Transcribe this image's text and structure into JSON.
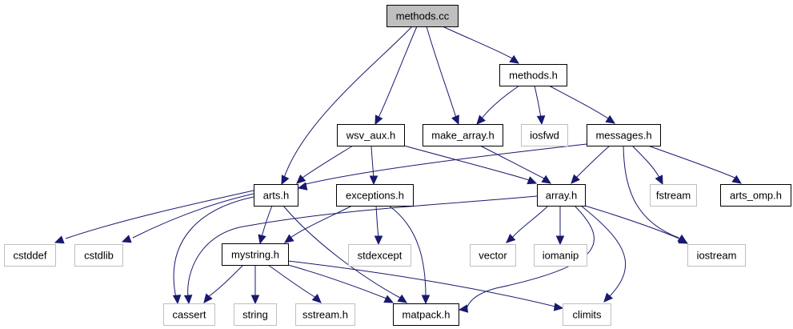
{
  "diagram": {
    "type": "include-dependency-graph",
    "root": "methods.cc",
    "colors": {
      "edge": "#191970",
      "root_fill": "#bfbfbf",
      "documented_border": "#000000",
      "external_border": "#bfbfbf",
      "node_fill": "#ffffff"
    },
    "nodes": [
      {
        "id": "methods_cc",
        "label": "methods.cc",
        "kind": "root"
      },
      {
        "id": "methods_h",
        "label": "methods.h",
        "kind": "documented"
      },
      {
        "id": "wsv_aux_h",
        "label": "wsv_aux.h",
        "kind": "documented"
      },
      {
        "id": "make_array_h",
        "label": "make_array.h",
        "kind": "documented"
      },
      {
        "id": "iosfwd",
        "label": "iosfwd",
        "kind": "external"
      },
      {
        "id": "messages_h",
        "label": "messages.h",
        "kind": "documented"
      },
      {
        "id": "arts_h",
        "label": "arts.h",
        "kind": "documented"
      },
      {
        "id": "exceptions_h",
        "label": "exceptions.h",
        "kind": "documented"
      },
      {
        "id": "array_h",
        "label": "array.h",
        "kind": "documented"
      },
      {
        "id": "fstream",
        "label": "fstream",
        "kind": "external"
      },
      {
        "id": "arts_omp_h",
        "label": "arts_omp.h",
        "kind": "documented"
      },
      {
        "id": "cstddef",
        "label": "cstddef",
        "kind": "external"
      },
      {
        "id": "cstdlib",
        "label": "cstdlib",
        "kind": "external"
      },
      {
        "id": "mystring_h",
        "label": "mystring.h",
        "kind": "documented"
      },
      {
        "id": "stdexcept",
        "label": "stdexcept",
        "kind": "external"
      },
      {
        "id": "vector",
        "label": "vector",
        "kind": "external"
      },
      {
        "id": "iomanip",
        "label": "iomanip",
        "kind": "external"
      },
      {
        "id": "iostream",
        "label": "iostream",
        "kind": "external"
      },
      {
        "id": "cassert",
        "label": "cassert",
        "kind": "external"
      },
      {
        "id": "string",
        "label": "string",
        "kind": "external"
      },
      {
        "id": "sstream_h",
        "label": "sstream.h",
        "kind": "external"
      },
      {
        "id": "matpack_h",
        "label": "matpack.h",
        "kind": "documented"
      },
      {
        "id": "climits",
        "label": "climits",
        "kind": "external"
      }
    ],
    "edges": [
      {
        "from": "methods_cc",
        "to": "arts_h"
      },
      {
        "from": "methods_cc",
        "to": "wsv_aux_h"
      },
      {
        "from": "methods_cc",
        "to": "make_array_h"
      },
      {
        "from": "methods_cc",
        "to": "methods_h"
      },
      {
        "from": "methods_h",
        "to": "make_array_h"
      },
      {
        "from": "methods_h",
        "to": "iosfwd"
      },
      {
        "from": "methods_h",
        "to": "messages_h"
      },
      {
        "from": "wsv_aux_h",
        "to": "arts_h"
      },
      {
        "from": "wsv_aux_h",
        "to": "exceptions_h"
      },
      {
        "from": "wsv_aux_h",
        "to": "array_h"
      },
      {
        "from": "make_array_h",
        "to": "array_h"
      },
      {
        "from": "messages_h",
        "to": "arts_h"
      },
      {
        "from": "messages_h",
        "to": "array_h"
      },
      {
        "from": "messages_h",
        "to": "fstream"
      },
      {
        "from": "messages_h",
        "to": "arts_omp_h"
      },
      {
        "from": "messages_h",
        "to": "iostream"
      },
      {
        "from": "arts_h",
        "to": "cstddef"
      },
      {
        "from": "arts_h",
        "to": "cstdlib"
      },
      {
        "from": "arts_h",
        "to": "mystring_h"
      },
      {
        "from": "arts_h",
        "to": "cassert"
      },
      {
        "from": "arts_h",
        "to": "matpack_h"
      },
      {
        "from": "exceptions_h",
        "to": "mystring_h"
      },
      {
        "from": "exceptions_h",
        "to": "stdexcept"
      },
      {
        "from": "exceptions_h",
        "to": "matpack_h"
      },
      {
        "from": "array_h",
        "to": "cassert"
      },
      {
        "from": "array_h",
        "to": "vector"
      },
      {
        "from": "array_h",
        "to": "iomanip"
      },
      {
        "from": "array_h",
        "to": "iostream"
      },
      {
        "from": "array_h",
        "to": "matpack_h"
      },
      {
        "from": "array_h",
        "to": "climits"
      },
      {
        "from": "mystring_h",
        "to": "cassert"
      },
      {
        "from": "mystring_h",
        "to": "string"
      },
      {
        "from": "mystring_h",
        "to": "sstream_h"
      },
      {
        "from": "mystring_h",
        "to": "matpack_h"
      },
      {
        "from": "mystring_h",
        "to": "climits"
      }
    ]
  }
}
